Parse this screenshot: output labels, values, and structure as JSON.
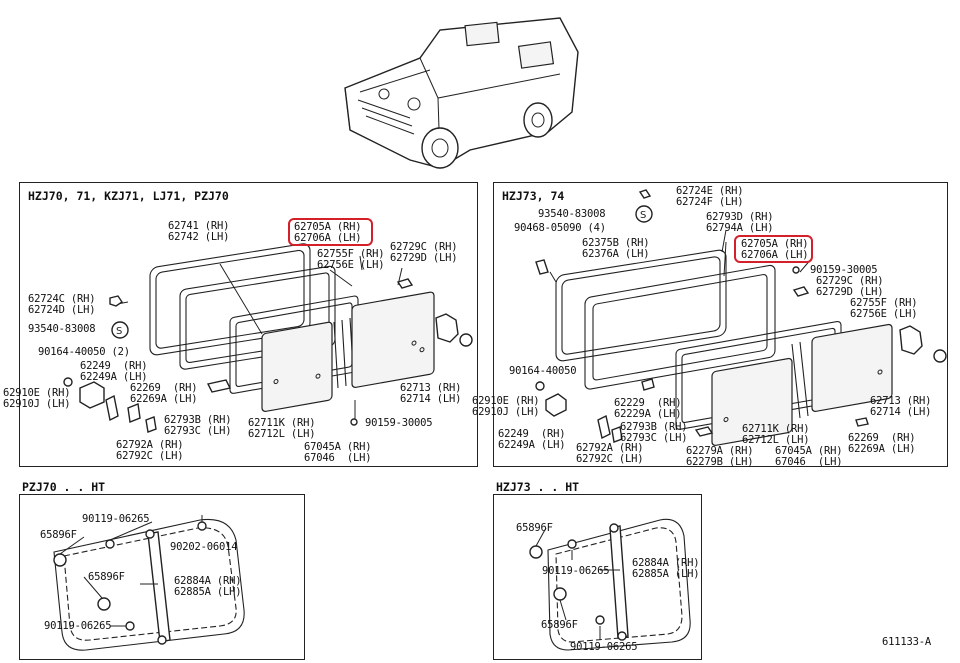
{
  "ref_code": "611133-A",
  "sections": {
    "top_left": {
      "title": "HZJ70, 71, KZJ71, LJ71, PZJ70",
      "labels": [
        "62741 (RH)\n62742 (LH)",
        "62705A (RH)\n62706A (LH)",
        "62755F (RH)\n62756E (LH)",
        "62729C (RH)\n62729D (LH)",
        "62724C (RH)\n62724D (LH)",
        "93540-83008",
        "90164-40050 (2)",
        "62249  (RH)\n62249A (LH)",
        "62910E (RH)\n62910J (LH)",
        "62269  (RH)\n62269A (LH)",
        "62793B (RH)\n62793C (LH)",
        "62792A (RH)\n62792C (LH)",
        "62711K (RH)\n62712L (LH)",
        "67045A (RH)\n67046  (LH)",
        "90159-30005",
        "62713 (RH)\n62714 (LH)"
      ]
    },
    "top_right": {
      "title": "HZJ73, 74",
      "labels": [
        "62724E (RH)\n62724F (LH)",
        "93540-83008",
        "62793D (RH)\n62794A (LH)",
        "90468-05090 (4)",
        "62375B (RH)\n62376A (LH)",
        "62705A (RH)\n62706A (LH)",
        "90159-30005",
        "62729C (RH)\n62729D (LH)",
        "62755F (RH)\n62756E (LH)",
        "90164-40050",
        "62910E (RH)\n62910J (LH)",
        "62229  (RH)\n62229A (LH)",
        "62249  (RH)\n62249A (LH)",
        "62793B (RH)\n62793C (LH)",
        "62792A (RH)\n62792C (LH)",
        "62279A (RH)\n62279B (LH)",
        "62711K (RH)\n62712L (LH)",
        "67045A (RH)\n67046  (LH)",
        "62713 (RH)\n62714 (LH)",
        "62269  (RH)\n62269A (LH)"
      ]
    },
    "bottom_left": {
      "title": "PZJ70 . . HT",
      "labels": [
        "90119-06265",
        "65896F",
        "90202-06014",
        "65896F",
        "62884A (RH)\n62885A (LH)",
        "90119-06265"
      ]
    },
    "bottom_right": {
      "title": "HZJ73 . . HT",
      "labels": [
        "65896F",
        "62884A (RH)\n62885A (LH)",
        "90119-06265",
        "65896F",
        "90119-06265"
      ]
    }
  }
}
